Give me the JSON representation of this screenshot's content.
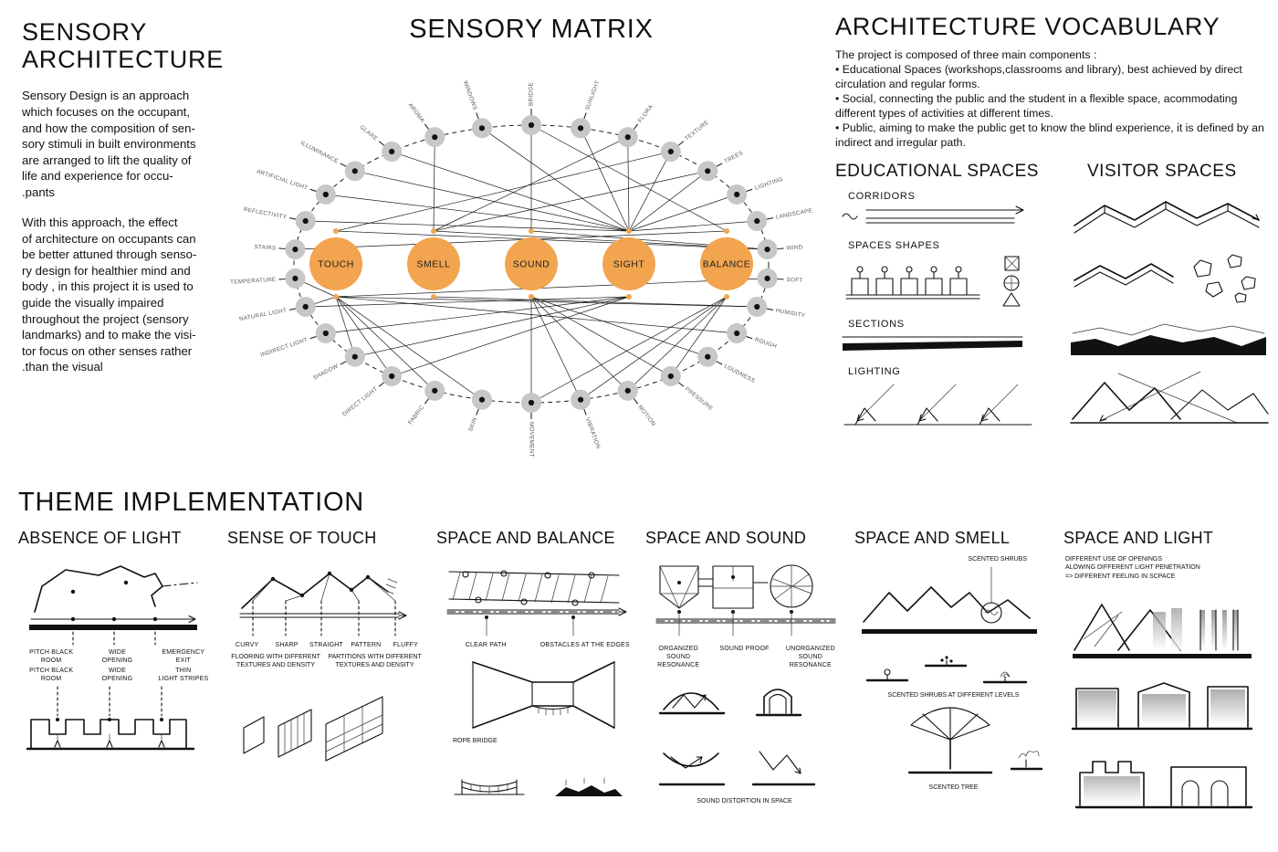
{
  "left": {
    "title": "SENSORY\nARCHITECTURE",
    "para1": "Sensory Design is an approach\nwhich focuses on the occupant,\nand how the composition of sen-\nsory stimuli in built environments\nare arranged to lift the quality of\nlife and experience for occu-\n.pants",
    "para2": "With this approach, the effect\nof architecture on occupants can\nbe better attuned through senso-\nry design for healthier mind and\nbody , in this project it is used to\nguide the visually impaired\nthroughout the project (sensory\nlandmarks) and to make the visi-\ntor focus on other senses rather\n.than the visual"
  },
  "matrix": {
    "title": "SENSORY MATRIX",
    "accent_color": "#F2A44E",
    "node_color": "#C7C7C7",
    "senses": [
      "TOUCH",
      "SMELL",
      "SOUND",
      "SIGHT",
      "BALANCE"
    ],
    "outer_top": [
      "STAIRS",
      "REFLECTIVITY",
      "ARTIFICIAL LIGHT",
      "ILLUMINANCE",
      "GLARE",
      "AROMA",
      "WINDOWS",
      "BRIDGE",
      "SUNLIGHT",
      "FLORA",
      "TEXTURE",
      "TREES",
      "LIGHTING",
      "LANDSCAPE",
      "WIND"
    ],
    "outer_bottom": [
      "TEMPERATURE",
      "NATURAL LIGHT",
      "INDIRECT LIGHT",
      "SHADOW",
      "DIRECT LIGHT",
      "FABRIC",
      "SKIN",
      "MOVEMENT",
      "VIBRATION",
      "MOTION",
      "PRESSURE",
      "LOUDNESS",
      "ROUGH",
      "HUMIDITY",
      "SOFT"
    ],
    "connections": {
      "TOUCH": [
        "TEMPERATURE",
        "NATURAL LIGHT",
        "SHADOW",
        "DIRECT LIGHT",
        "FABRIC",
        "SKIN",
        "TEXTURE",
        "ROUGH",
        "SOFT",
        "HUMIDITY",
        "WIND"
      ],
      "SMELL": [
        "AROMA",
        "FLORA",
        "TREES",
        "WIND",
        "HUMIDITY"
      ],
      "SOUND": [
        "LOUDNESS",
        "VIBRATION",
        "MOVEMENT",
        "MOTION",
        "PRESSURE",
        "BRIDGE",
        "WIND"
      ],
      "SIGHT": [
        "ARTIFICIAL LIGHT",
        "ILLUMINANCE",
        "GLARE",
        "WINDOWS",
        "SUNLIGHT",
        "LIGHTING",
        "LANDSCAPE",
        "REFLECTIVITY",
        "NATURAL LIGHT",
        "INDIRECT LIGHT",
        "SHADOW",
        "DIRECT LIGHT",
        "FLORA",
        "TREES",
        "TEXTURE"
      ],
      "BALANCE": [
        "STAIRS",
        "BRIDGE",
        "MOVEMENT",
        "MOTION",
        "VIBRATION",
        "PRESSURE"
      ]
    }
  },
  "vocab": {
    "title": "ARCHITECTURE VOCABULARY",
    "intro": "The project is composed of three main components :\n• Educational Spaces (workshops,classrooms and library), best achieved by direct circulation and regular forms.\n• Social, connecting the public and the student in a flexible space, acommodating different types of activities at different times.\n• Public, aiming to make the public get to know the blind experience, it is defined by an indirect and irregular path.",
    "educational": {
      "title": "EDUCATIONAL SPACES",
      "items": [
        "CORRIDORS",
        "SPACES SHAPES",
        "SECTIONS",
        "LIGHTING"
      ]
    },
    "visitor": {
      "title": "VISITOR SPACES"
    }
  },
  "theme": {
    "title": "THEME IMPLEMENTATION",
    "columns": [
      {
        "title": "ABSENCE OF LIGHT",
        "labels_row1": [
          "PITCH BLACK\nROOM",
          "WIDE\nOPENING",
          "EMERGENCY\nEXIT"
        ],
        "labels_row2": [
          "PITCH BLACK\nROOM",
          "WIDE\nOPENING",
          "THIN\nLIGHT STRIPES"
        ]
      },
      {
        "title": "SENSE OF TOUCH",
        "labels_row1": [
          "CURVY",
          "SHARP",
          "STRAIGHT",
          "PATTERN",
          "FLUFFY"
        ],
        "captions": [
          "FLOORING WITH DIFFERENT\nTEXTURES AND DENSITY",
          "PARTITIONS WITH DIFFERENT\nTEXTURES AND DENSITY"
        ]
      },
      {
        "title": "SPACE AND BALANCE",
        "labels_row1": [
          "CLEAR PATH",
          "OBSTACLES AT THE EDGES"
        ],
        "captions": [
          "ROPE BRIDGE"
        ]
      },
      {
        "title": "SPACE AND SOUND",
        "labels_row1": [
          "ORGANIZED\nSOUND RESONANCE",
          "SOUND PROOF",
          "UNORGANIZED\nSOUND RESONANCE"
        ],
        "captions": [
          "SOUND DISTORTION IN SPACE"
        ]
      },
      {
        "title": "SPACE AND SMELL",
        "labels_row1": [
          "SCENTED SHRUBS"
        ],
        "captions": [
          "SCENTED SHRUBS AT DIFFERENT LEVELS",
          "SCENTED TREE"
        ]
      },
      {
        "title": "SPACE AND LIGHT",
        "note": "DIFFERENT USE OF OPENINGS\nALOWING DIFFERENT LIGHT PENETRATION\n=> DIFFERENT FEELING IN SCPACE"
      }
    ]
  }
}
